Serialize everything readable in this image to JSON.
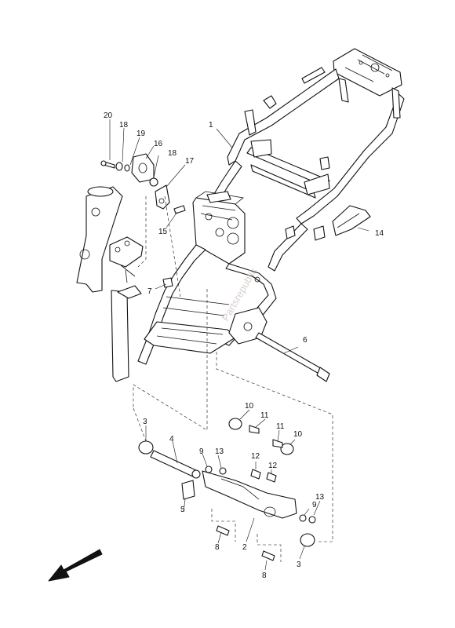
{
  "watermark": "Partsrepublik",
  "callouts": {
    "c1": "1",
    "c2": "2",
    "c3a": "3",
    "c3b": "3",
    "c4": "4",
    "c5": "5",
    "c6": "6",
    "c7": "7",
    "c8a": "8",
    "c8b": "8",
    "c9a": "9",
    "c9b": "9",
    "c10a": "10",
    "c10b": "10",
    "c11a": "11",
    "c11b": "11",
    "c12a": "12",
    "c12b": "12",
    "c13a": "13",
    "c13b": "13",
    "c14": "14",
    "c15": "15",
    "c16": "16",
    "c17": "17",
    "c18a": "18",
    "c18b": "18",
    "c19": "19",
    "c20": "20"
  },
  "icons": {
    "direction": "front-direction-arrow-icon"
  }
}
